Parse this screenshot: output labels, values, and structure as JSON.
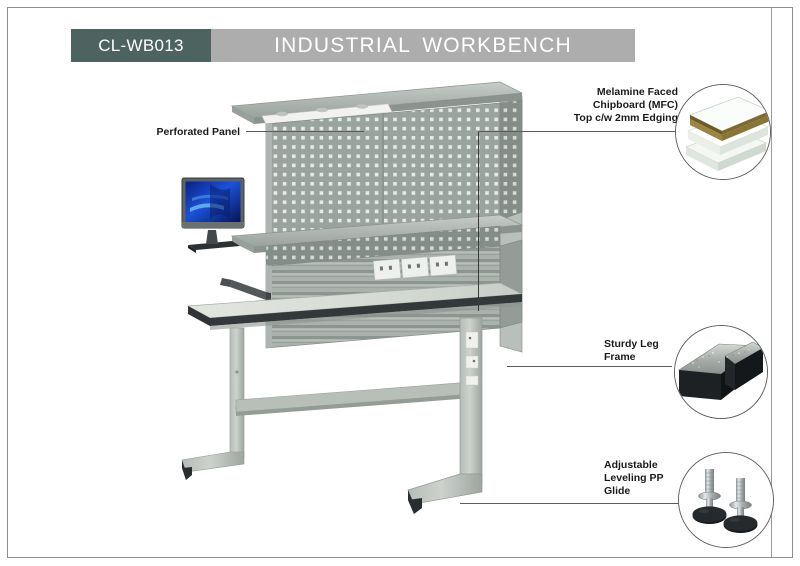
{
  "document": {
    "type": "product-specification-sheet",
    "border_color": "#8d8d8d",
    "background": "#ffffff"
  },
  "header": {
    "product_code": "CL-WB013",
    "title": "INDUSTRIAL  WORKBENCH",
    "code_box_color": "#4d6360",
    "title_box_color": "#adadad",
    "text_color": "#ffffff"
  },
  "callouts": [
    {
      "id": "perforated-panel",
      "label": "Perforated Panel",
      "side": "left",
      "has_photo": false
    },
    {
      "id": "mfc-top",
      "label": "Melamine Faced\nChipboard (MFC)\nTop c/w 2mm Edging",
      "line1": "Melamine Faced",
      "line2": "Chipboard (MFC)",
      "line3": "Top c/w 2mm Edging",
      "side": "right",
      "has_photo": true,
      "photo": "mfc-board-corner-sample"
    },
    {
      "id": "leg-frame",
      "label": "Sturdy Leg\nFrame",
      "line1": "Sturdy Leg",
      "line2": "Frame",
      "side": "right",
      "has_photo": true,
      "photo": "steel-leg-tube-profile"
    },
    {
      "id": "leveling-glide",
      "label": "Adjustable\nLeveling PP\nGlide",
      "line1": "Adjustable",
      "line2": "Leveling PP",
      "line3": "Glide",
      "side": "right",
      "has_photo": true,
      "photo": "two-leveling-feet"
    }
  ],
  "illustration": {
    "name": "industrial-workbench-3d-render",
    "components": [
      "top-shelf",
      "strip-light",
      "perforated-panel",
      "middle-shelf",
      "louvre-slotted-panel",
      "power-socket-strip",
      "monitor-on-swing-arm",
      "mfc-worktop",
      "cantilever-leg-frame",
      "stretcher-rail",
      "leveling-glide-feet"
    ],
    "frame_color": "#a9b0ac",
    "worktop_color": "#d9dcd6",
    "edge_color": "#333333",
    "monitor_screen_color": "#1038b0"
  }
}
